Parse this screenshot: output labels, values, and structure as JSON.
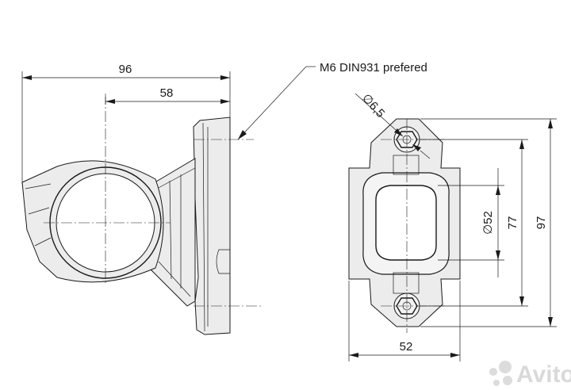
{
  "callout": {
    "text": "M6 DIN931 prefered"
  },
  "dimensions": {
    "width_overall": "96",
    "width_partial": "58",
    "hole_dia": "∅6,5",
    "lens_dia": "∅52",
    "hole_spacing": "77",
    "height_overall": "97",
    "base_width": "52"
  },
  "watermark": {
    "text": "Avito"
  }
}
